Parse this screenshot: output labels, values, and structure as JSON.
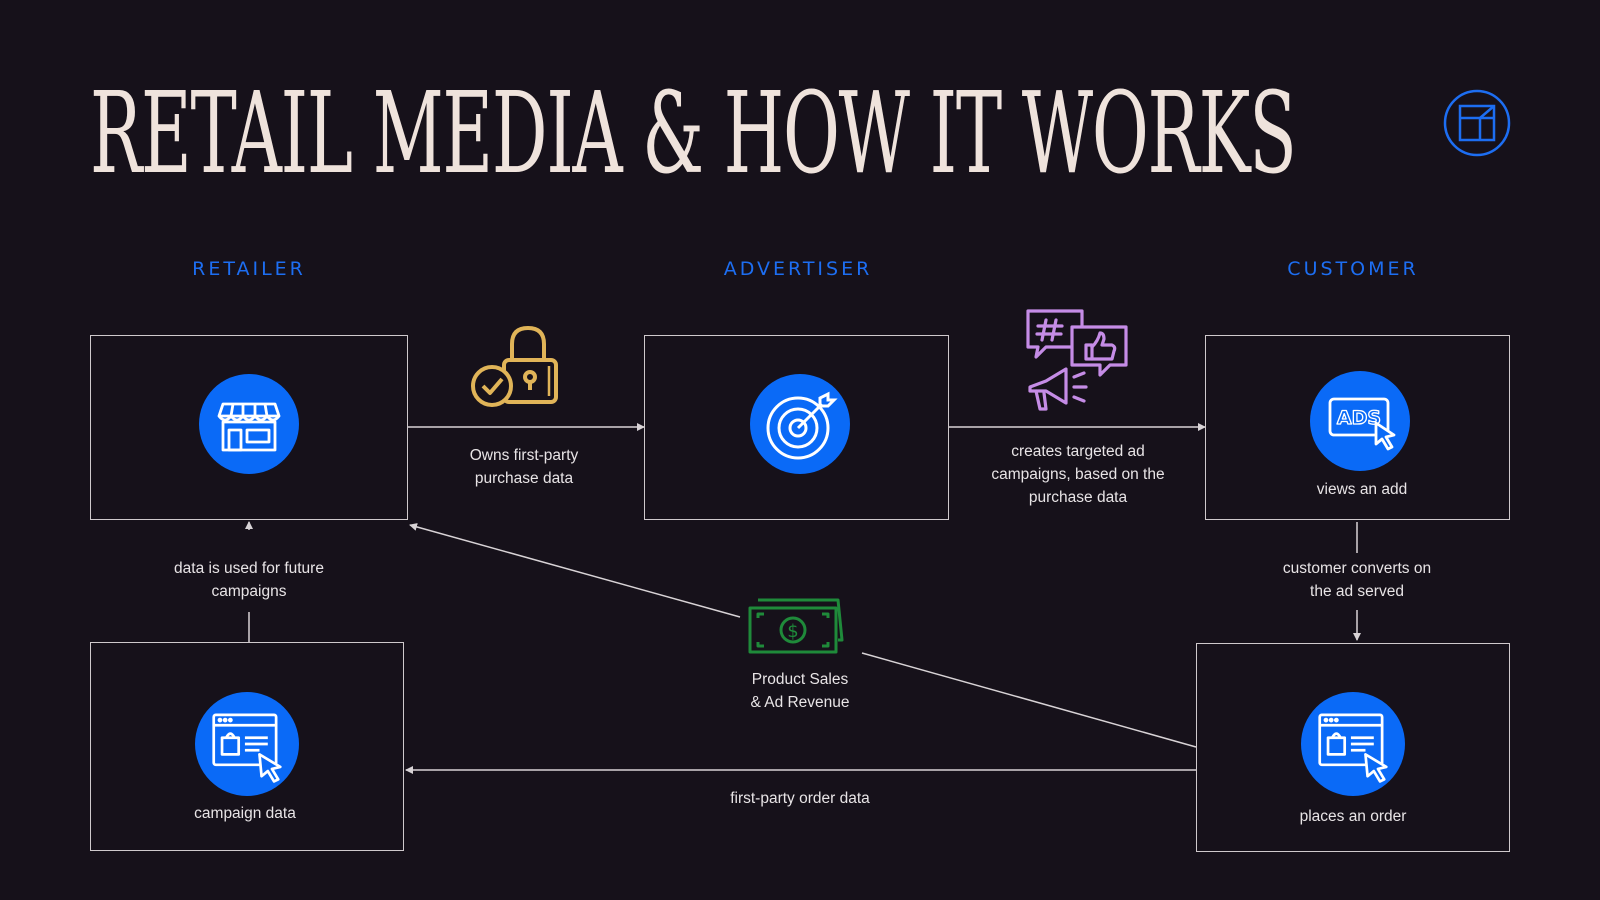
{
  "title": "RETAIL MEDIA & HOW IT WORKS",
  "columns": {
    "retailer": "RETAILER",
    "advertiser": "ADVERTISER",
    "customer": "CUSTOMER"
  },
  "labels": {
    "owns_data": "Owns first-party\npurchase data",
    "creates_campaigns": "creates targeted ad\ncampaigns, based on the\npurchase data",
    "views_ad": "views an add",
    "data_future": "data is used for future\ncampaigns",
    "converts": "customer converts on\nthe ad served",
    "revenue": "Product Sales\n& Ad Revenue",
    "campaign_data": "campaign data",
    "order_data": "first-party order data",
    "places_order": "places an order"
  },
  "icons": {
    "logo": "cube-logo-icon",
    "retailer": "storefront-icon",
    "advertiser": "target-icon",
    "customer": "ads-click-icon",
    "campaign": "browser-shopping-icon",
    "order": "browser-shopping-icon",
    "lock": "lock-check-icon",
    "social": "social-media-icon",
    "money": "money-icon"
  },
  "colors": {
    "background": "#16111a",
    "title": "#efe3dc",
    "accent_blue": "#0a6af7",
    "header_blue": "#1d6ef2",
    "lock_gold": "#e0b458",
    "social_purple": "#c58ce6",
    "money_green": "#1f8a3a"
  }
}
